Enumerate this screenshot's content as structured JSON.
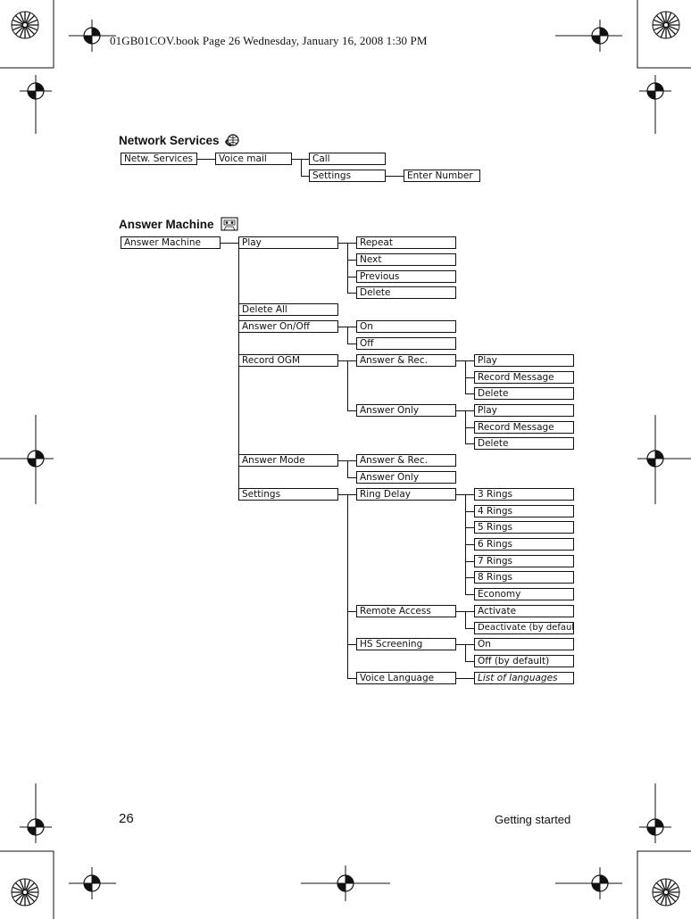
{
  "header": {
    "text": "01GB01COV.book  Page 26  Wednesday, January 16, 2008  1:30 PM"
  },
  "network": {
    "title": "Network Services",
    "icon": "globe-phone-icon",
    "root": "Netw. Services",
    "voice_mail": "Voice mail",
    "call": "Call",
    "settings": "Settings",
    "enter_number": "Enter Number"
  },
  "answer": {
    "title": "Answer Machine",
    "icon": "tape-cassette-icon",
    "root": "Answer Machine",
    "play": "Play",
    "play_items": [
      "Repeat",
      "Next",
      "Previous",
      "Delete"
    ],
    "delete_all": "Delete All",
    "answer_onoff": "Answer On/Off",
    "onoff_items": [
      "On",
      "Off"
    ],
    "record_ogm": "Record OGM",
    "ogm_answer_rec": "Answer & Rec.",
    "ogm_answer_rec_items": [
      "Play",
      "Record Message",
      "Delete"
    ],
    "ogm_answer_only": "Answer Only",
    "ogm_answer_only_items": [
      "Play",
      "Record Message",
      "Delete"
    ],
    "answer_mode": "Answer Mode",
    "mode_items": [
      "Answer & Rec.",
      "Answer Only"
    ],
    "settings": "Settings",
    "ring_delay": "Ring Delay",
    "ring_items": [
      "3 Rings",
      "4 Rings",
      "5 Rings",
      "6 Rings",
      "7 Rings",
      "8 Rings",
      "Economy"
    ],
    "remote_access": "Remote Access",
    "remote_items": [
      "Activate",
      "Deactivate (by default)"
    ],
    "hs_screening": "HS Screening",
    "hs_items": [
      "On",
      "Off (by default)"
    ],
    "voice_language": "Voice Language",
    "list_of_languages": "List of languages"
  },
  "footer": {
    "page_number": "26",
    "section": "Getting started"
  }
}
